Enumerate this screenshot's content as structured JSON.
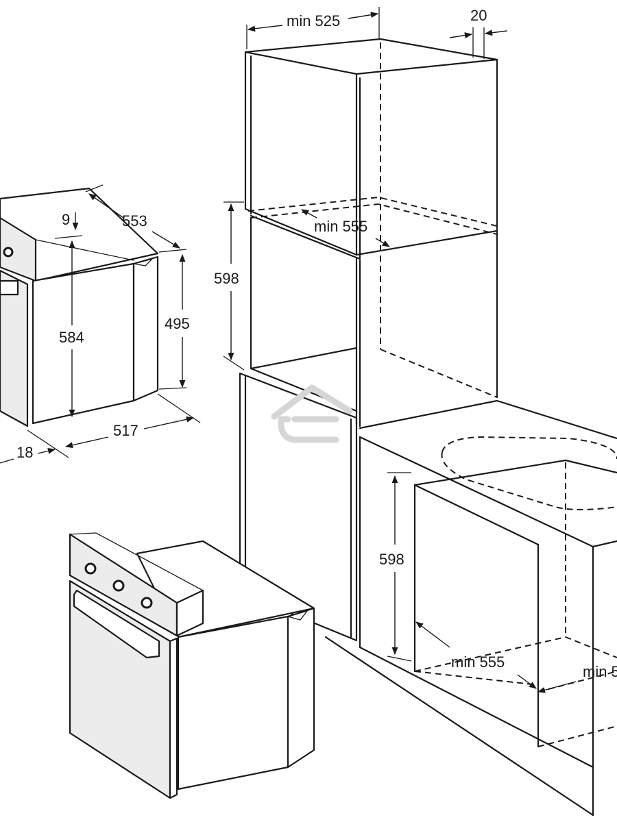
{
  "dimensions": {
    "cabinet_depth_min": "min 525",
    "gap_rear": "20",
    "upper_niche_width_min": "min 555",
    "upper_niche_height": "598",
    "oven_depth": "553",
    "front_panel_offset": "9",
    "oven_body_height": "584",
    "oven_body_side": "495",
    "oven_body_depth": "517",
    "front_thickness": "18",
    "lower_niche_height": "598",
    "lower_niche_width_min": "min 555",
    "lower_niche_depth_min": "min 5"
  },
  "colors": {
    "line": "#1a1a1a",
    "door_fill": "#ececec",
    "watermark": "#d6d6d6"
  },
  "icons": {
    "watermark": "house-logo"
  }
}
